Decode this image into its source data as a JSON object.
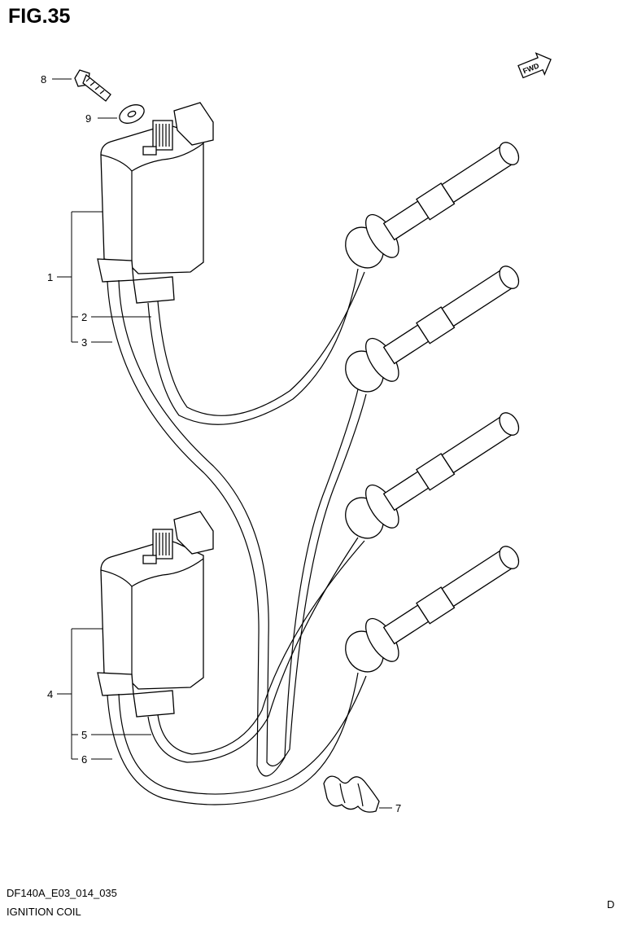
{
  "figure": {
    "title": "FIG.35",
    "fwd_label": "FWD"
  },
  "callouts": [
    {
      "number": "1"
    },
    {
      "number": "2"
    },
    {
      "number": "3"
    },
    {
      "number": "4"
    },
    {
      "number": "5"
    },
    {
      "number": "6"
    },
    {
      "number": "7"
    },
    {
      "number": "8"
    },
    {
      "number": "9"
    }
  ],
  "footer": {
    "drawing_code": "DF140A_E03_014_035",
    "section_name": "IGNITION COIL",
    "variant": "D"
  }
}
